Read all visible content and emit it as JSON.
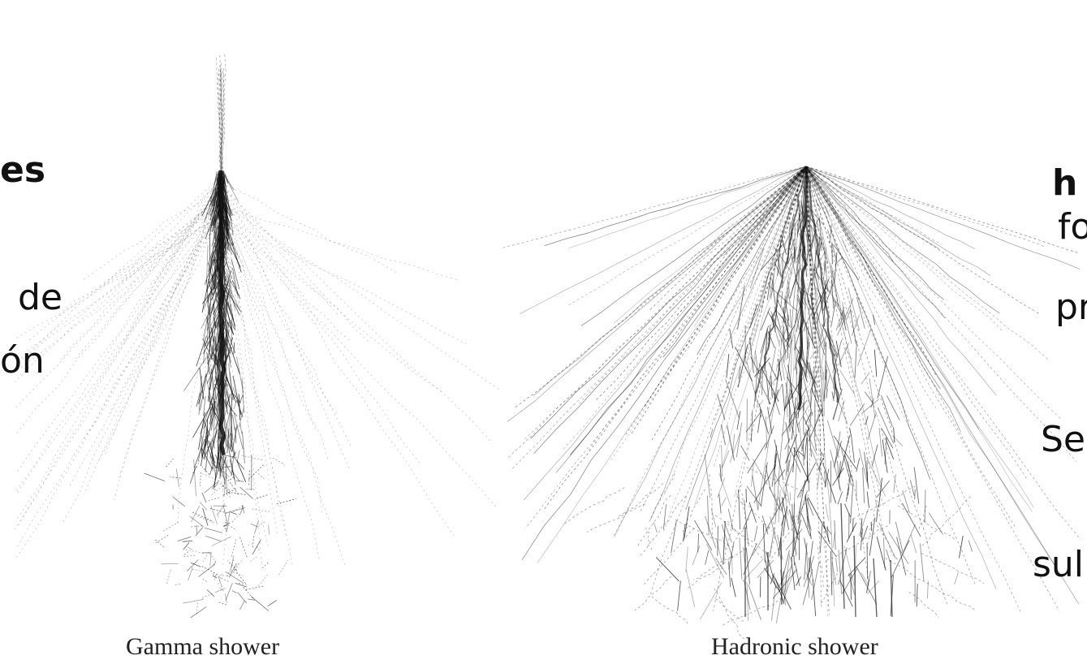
{
  "captions": {
    "gamma": "Gamma shower",
    "hadronic": "Hadronic shower"
  },
  "left_text": {
    "line1": "es",
    "line2": "de",
    "line3": "ón"
  },
  "right_text": {
    "line1": "h",
    "line2": "fo",
    "line3": "pr",
    "line4": "Se",
    "line5": "sul"
  },
  "colors": {
    "background": "#ffffff",
    "ink": "#111111"
  }
}
